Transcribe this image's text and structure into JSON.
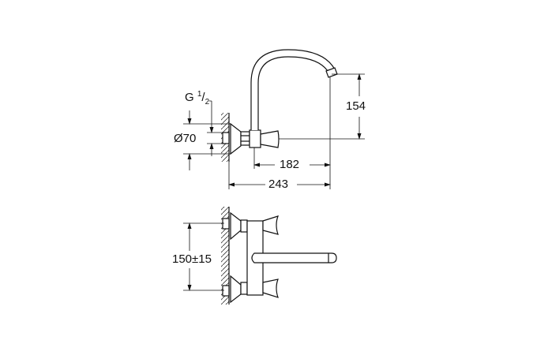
{
  "drawing": {
    "thread_label": "G",
    "thread_fraction_num": "1",
    "thread_fraction_den": "2",
    "diameter_label": "Ø70",
    "dim_height": "154",
    "dim_projection_short": "182",
    "dim_projection_total": "243",
    "dim_center_distance": "150±15"
  }
}
